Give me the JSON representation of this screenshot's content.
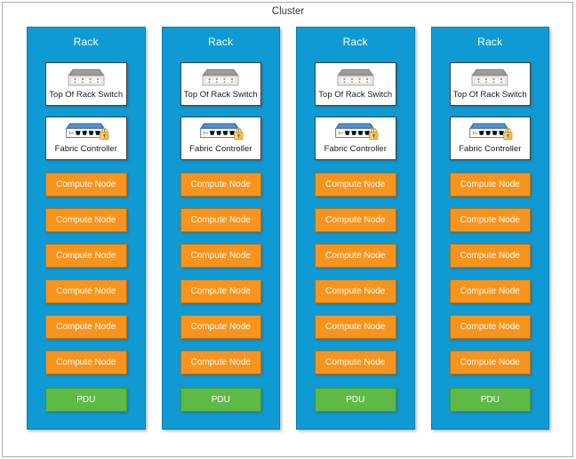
{
  "title": "Cluster",
  "rack_count": 4,
  "rack": {
    "label": "Rack",
    "tor_switch": {
      "label": "Top Of Rack Switch"
    },
    "fabric_controller": {
      "label": "Fabric Controller"
    },
    "compute_node_label": "Compute Node",
    "compute_node_count": 6,
    "pdu_label": "PDU"
  },
  "colors": {
    "frame_border": "#ABABAB",
    "rack_fill": "#0F9AD3",
    "rack_border": "#0B7FAF",
    "compute_fill": "#F7941E",
    "compute_border": "#BB6F12",
    "pdu_fill": "#5DBA47",
    "pdu_border": "#459A2E",
    "device_box_border": "#404040",
    "switch_icon_gray": "#8F8F8F",
    "fabric_icon_blue": "#3E7CBF",
    "lock_gold": "#E9BE55"
  }
}
